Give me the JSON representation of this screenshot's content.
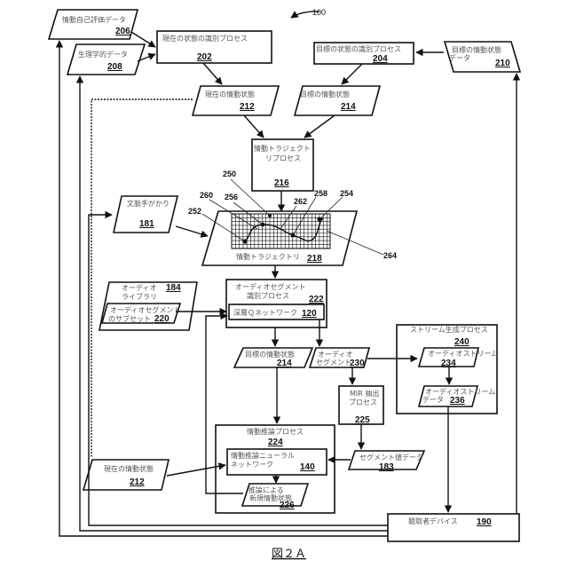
{
  "figure": {
    "title": "図２Ａ",
    "ref_number": "100"
  },
  "nodes": {
    "n206": {
      "label": "情動自己評価データ",
      "number": "206"
    },
    "n208": {
      "label": "生理学的データ",
      "number": "208"
    },
    "n202": {
      "label": "現在の状態の識別プロセス",
      "number": "202"
    },
    "n204": {
      "label": "目標の状態の識別プロセス",
      "number": "204"
    },
    "n210": {
      "label_line1": "目標の情動状態",
      "label_line2": "データ",
      "number": "210"
    },
    "n212_top": {
      "label": "現在の情動状態",
      "number": "212"
    },
    "n214_top": {
      "label": "目標の情動状態",
      "number": "214"
    },
    "n216": {
      "label_line1": "情動トラジェクト",
      "label_line2": "リプロセス",
      "number": "216"
    },
    "n181": {
      "label": "文脈手がかり",
      "number": "181"
    },
    "n218": {
      "label": "情動トラジェクトリ",
      "number": "218"
    },
    "n184": {
      "label_line1": "オーディオ",
      "label_line2": "ライブラリ",
      "number": "184"
    },
    "n220": {
      "label_line1": "オーディオセグメント",
      "label_line2": "のサブセット",
      "number": "220"
    },
    "n222": {
      "label_line1": "オーディオセグメント",
      "label_line2": "識別プロセス",
      "number": "222"
    },
    "n120": {
      "label": "深層Ｑネットワーク",
      "number": "120"
    },
    "n214_mid": {
      "label": "目標の情動状態",
      "number": "214"
    },
    "n230": {
      "label_line1": "オーディオ",
      "label_line2": "セグメント",
      "number": "230"
    },
    "n240": {
      "label": "ストリーム生成プロセス",
      "number": "240"
    },
    "n234": {
      "label": "オーディオストリーム",
      "number": "234"
    },
    "n236": {
      "label_line1": "オーディオストリーム",
      "label_line2": "データ",
      "number": "236"
    },
    "n225": {
      "label_line1": "MIR 抽出",
      "label_line2": "プロセス",
      "number": "225"
    },
    "n183": {
      "label": "セグメント値データ",
      "number": "183"
    },
    "n224": {
      "label": "情動推論プロセス",
      "number": "224"
    },
    "n140": {
      "label_line1": "情動推論ニューラル",
      "label_line2": "ネットワーク",
      "number": "140"
    },
    "n226": {
      "label_line1": "推論による",
      "label_line2": "新規情動状態",
      "number": "226"
    },
    "n212_bot": {
      "label": "現在の情動状態",
      "number": "212"
    },
    "n190": {
      "label": "聴取者デバイス",
      "number": "190"
    }
  },
  "trajectory_refs": [
    "250",
    "252",
    "254",
    "256",
    "258",
    "260",
    "262",
    "264"
  ]
}
